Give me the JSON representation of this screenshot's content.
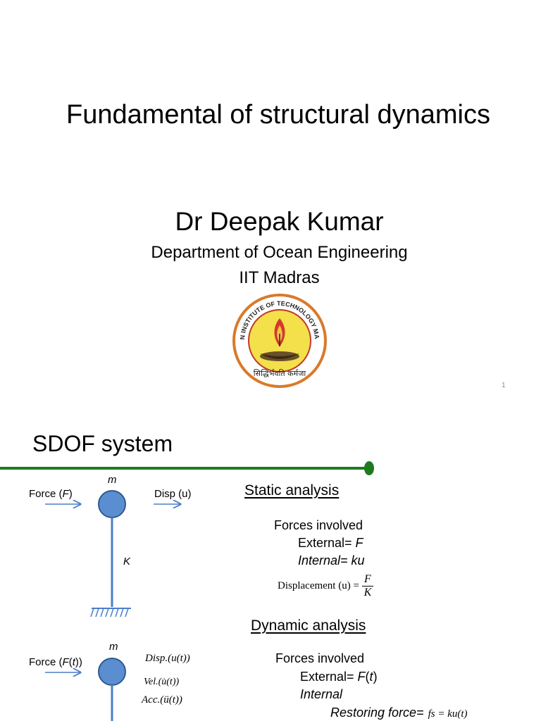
{
  "slide1": {
    "title": "Fundamental of structural dynamics",
    "author": "Dr Deepak Kumar",
    "department": "Department of Ocean Engineering",
    "institute": "IIT Madras",
    "logo": {
      "ring_text": "INDIAN INSTITUTE OF TECHNOLOGY MADRAS",
      "motto": "सिद्धिर्भवति कर्मजा"
    },
    "page_number": "1"
  },
  "slide2": {
    "title": "SDOF system",
    "accent_color": "#1f7a1f",
    "diagram1": {
      "mass": "m",
      "force_prefix": "Force (",
      "force_var": "F",
      "force_suffix": ")",
      "disp_label": "Disp (u)",
      "stiffness": "K"
    },
    "diagram2": {
      "mass": "m",
      "force_prefix": "Force (",
      "force_var": "F",
      "force_paren_open": "(",
      "force_t": "t",
      "force_suffix": "))",
      "disp": "Disp.(u(t))",
      "vel": "Vel.(u̇(t))",
      "acc": "Acc.(ü(t))"
    },
    "static": {
      "heading": "Static analysis",
      "forces_involved": "Forces involved",
      "external_prefix": "External= ",
      "external_var": "F",
      "internal": "Internal= ku",
      "disp_formula_prefix": "Displacement (u) =",
      "numerator": "F",
      "denominator": "K"
    },
    "dynamic": {
      "heading": "Dynamic analysis",
      "forces_involved": "Forces involved",
      "external_prefix": "External= ",
      "external_var": "F",
      "external_paren_open": "(",
      "external_t": "t",
      "external_paren_close": ")",
      "internal": "Internal",
      "restoring_prefix": "Restoring force=",
      "restoring_formula": "fs = ku(t)"
    }
  }
}
